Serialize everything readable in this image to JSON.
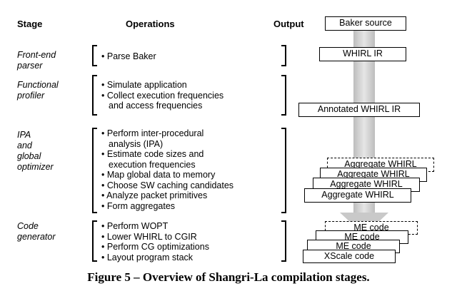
{
  "headers": {
    "stage": "Stage",
    "operations": "Operations",
    "output": "Output"
  },
  "stages": [
    {
      "name": "Front-end parser",
      "operations": [
        "Parse Baker"
      ]
    },
    {
      "name": "Functional profiler",
      "operations": [
        "Simulate application",
        "Collect execution frequencies",
        "and access frequencies"
      ]
    },
    {
      "name": "IPA and global optimizer",
      "operations": [
        "Perform inter-procedural",
        "analysis (IPA)",
        "Estimate code sizes and",
        "execution frequencies",
        "Map global data to memory",
        "Choose SW caching candidates",
        "Analyze packet primitives",
        "Form aggregates"
      ]
    },
    {
      "name": "Code generator",
      "operations": [
        "Perform WOPT",
        "Lower WHIRL to CGIR",
        "Perform CG optimizations",
        "Layout program stack"
      ]
    }
  ],
  "outputs": {
    "baker_source": "Baker source",
    "whirl_ir": "WHIRL IR",
    "annotated_whirl_ir": "Annotated WHIRL IR",
    "aggregate_whirl": "Aggregate WHIRL",
    "me_code": "ME code",
    "xscale_code": "XScale code"
  },
  "caption": "Figure 5 – Overview of Shangri-La compilation stages."
}
